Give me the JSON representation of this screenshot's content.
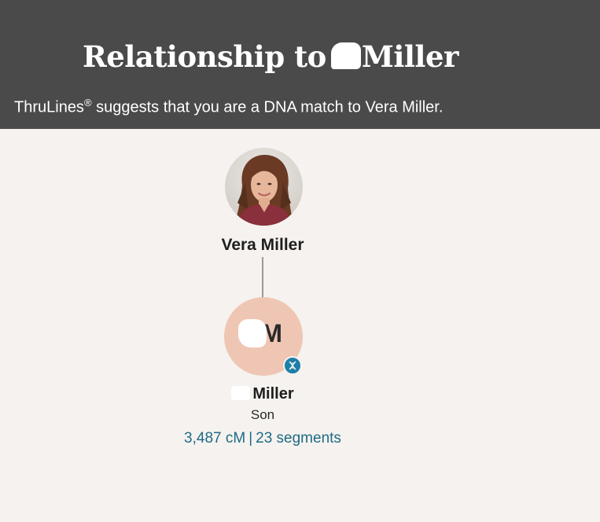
{
  "header": {
    "title_prefix": "Relationship to",
    "title_surname": "Miller",
    "subtitle_brand": "ThruLines",
    "subtitle_mark": "®",
    "subtitle_text": " suggests that you are a DNA match to Vera Miller."
  },
  "tree": {
    "ancestor": {
      "name": "Vera Miller"
    },
    "match": {
      "initial_visible": "M",
      "surname": "Miller",
      "relationship": "Son",
      "shared_cm": "3,487 cM",
      "separator": "|",
      "segments": "23 segments"
    }
  },
  "colors": {
    "header_bg": "#4a4a4a",
    "page_bg": "#f5f2ef",
    "initials_bg": "#efc6b3",
    "badge": "#1e7fa8",
    "link": "#1f6b85"
  }
}
